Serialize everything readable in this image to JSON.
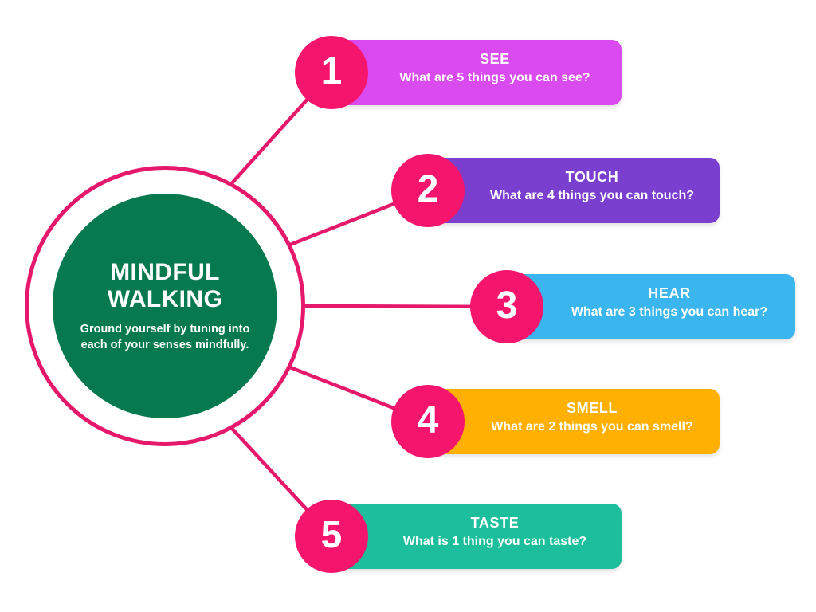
{
  "diagram": {
    "type": "radial-hub-and-spoke",
    "hub": {
      "title_line1": "MINDFUL",
      "title_line2": "WALKING",
      "subtitle": "Ground yourself by tuning into each of your senses mindfully.",
      "disc_color": "#067A4E",
      "ring_color": "#E6186B"
    },
    "badge_color": "#F5156C",
    "connector_color": "#E6186B",
    "steps": [
      {
        "number": "1",
        "title": "SEE",
        "description": "What are 5 things you can see?",
        "color": "#D94BEF"
      },
      {
        "number": "2",
        "title": "TOUCH",
        "description": "What are 4 things you can touch?",
        "color": "#7B3FCF"
      },
      {
        "number": "3",
        "title": "HEAR",
        "description": "What are 3 things you can hear?",
        "color": "#3BB5ED"
      },
      {
        "number": "4",
        "title": "SMELL",
        "description": "What are 2 things you can smell?",
        "color": "#FFB000"
      },
      {
        "number": "5",
        "title": "TASTE",
        "description": "What is 1 thing you can taste?",
        "color": "#1CBE9B"
      }
    ]
  }
}
